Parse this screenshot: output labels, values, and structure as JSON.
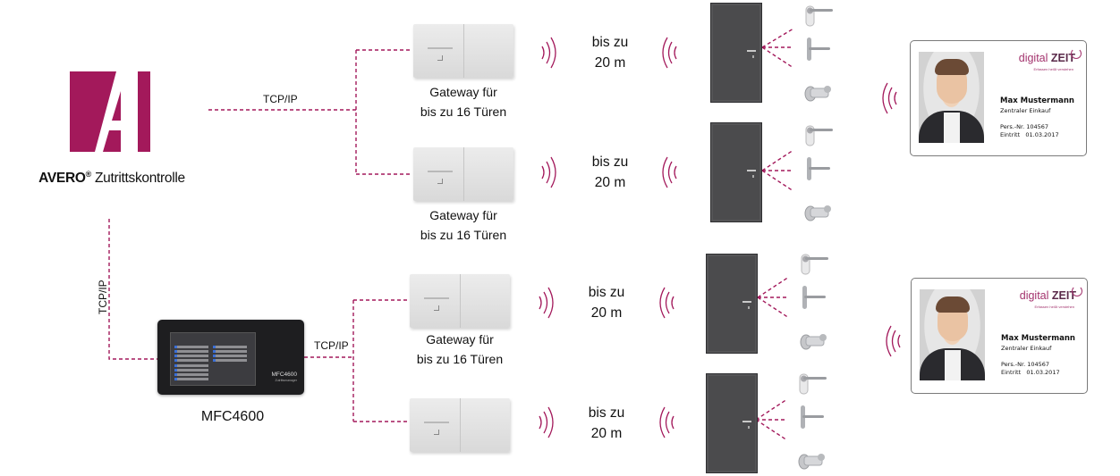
{
  "colors": {
    "accent": "#a3195b",
    "line": "#a3195b",
    "door": "#4b4b4d",
    "gateway": "#e3e3e3"
  },
  "logo": {
    "letter": "A",
    "icon": "avero-logo-icon"
  },
  "brand": {
    "name": "AVERO",
    "registered": "®",
    "product": "Zutrittskontrolle"
  },
  "links": {
    "tcpip_top": "TCP/IP",
    "tcpip_vertical": "TCP/IP",
    "tcpip_mfc": "TCP/IP"
  },
  "controller": {
    "caption": "MFC4600",
    "model_on_device": "MFC4600",
    "subtitle_on_device": "Zutrittsmanager"
  },
  "gateways": [
    {
      "caption_line1": "Gateway für",
      "caption_line2": "bis zu 16 Türen"
    },
    {
      "caption_line1": "Gateway für",
      "caption_line2": "bis zu 16 Türen"
    },
    {
      "caption_line1": "Gateway für",
      "caption_line2": "bis zu 16 Türen"
    },
    {
      "caption_line1": "",
      "caption_line2": ""
    }
  ],
  "ranges": [
    {
      "line1": "bis zu",
      "line2": "20 m"
    },
    {
      "line1": "bis zu",
      "line2": "20 m"
    },
    {
      "line1": "bis zu",
      "line2": "20 m"
    },
    {
      "line1": "bis zu",
      "line2": "20 m"
    }
  ],
  "hardware": [
    "door-handle-electronic",
    "door-fitting-lever",
    "lock-cylinder"
  ],
  "cards": [
    {
      "brand_light": "digital",
      "brand_bold": "ZEIT",
      "tagline": "Erfassen heißt verstehen",
      "name": "Max Mustermann",
      "department": "Zentraler Einkauf",
      "pers_label": "Pers.-Nr.",
      "pers_value": "104567",
      "entry_label": "Eintritt",
      "entry_value": "01.03.2017"
    },
    {
      "brand_light": "digital",
      "brand_bold": "ZEIT",
      "tagline": "Erfassen heißt verstehen",
      "name": "Max Mustermann",
      "department": "Zentraler Einkauf",
      "pers_label": "Pers.-Nr.",
      "pers_value": "104567",
      "entry_label": "Eintritt",
      "entry_value": "01.03.2017"
    }
  ]
}
